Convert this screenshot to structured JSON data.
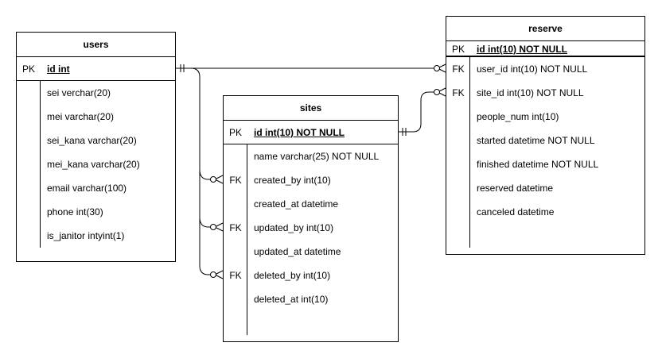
{
  "tables": {
    "users": {
      "name": "users",
      "pk": {
        "key": "PK",
        "field": "id int"
      },
      "fields": [
        {
          "key": "",
          "field": "sei verchar(20)"
        },
        {
          "key": "",
          "field": "mei varchar(20)"
        },
        {
          "key": "",
          "field": "sei_kana varchar(20)"
        },
        {
          "key": "",
          "field": "mei_kana varchar(20)"
        },
        {
          "key": "",
          "field": "email varchar(100)"
        },
        {
          "key": "",
          "field": "phone int(30)"
        },
        {
          "key": "",
          "field": "is_janitor intyint(1)"
        }
      ]
    },
    "sites": {
      "name": "sites",
      "pk": {
        "key": "PK",
        "field": "id int(10) NOT NULL"
      },
      "fields": [
        {
          "key": "",
          "field": "name varchar(25) NOT NULL"
        },
        {
          "key": "FK",
          "field": "created_by int(10)"
        },
        {
          "key": "",
          "field": "created_at datetime"
        },
        {
          "key": "FK",
          "field": "updated_by int(10)"
        },
        {
          "key": "",
          "field": "updated_at datetime"
        },
        {
          "key": "FK",
          "field": "deleted_by int(10)"
        },
        {
          "key": "",
          "field": "deleted_at int(10)"
        }
      ]
    },
    "reserve": {
      "name": "reserve",
      "pk": {
        "key": "PK",
        "field": "id int(10) NOT NULL"
      },
      "fields": [
        {
          "key": "FK",
          "field": "user_id int(10)  NOT NULL"
        },
        {
          "key": "FK",
          "field": "site_id int(10) NOT NULL"
        },
        {
          "key": "",
          "field": "people_num int(10)"
        },
        {
          "key": "",
          "field": "started datetime NOT NULL"
        },
        {
          "key": "",
          "field": "finished datetime NOT NULL"
        },
        {
          "key": "",
          "field": "reserved datetime"
        },
        {
          "key": "",
          "field": "canceled datetime"
        }
      ]
    }
  }
}
